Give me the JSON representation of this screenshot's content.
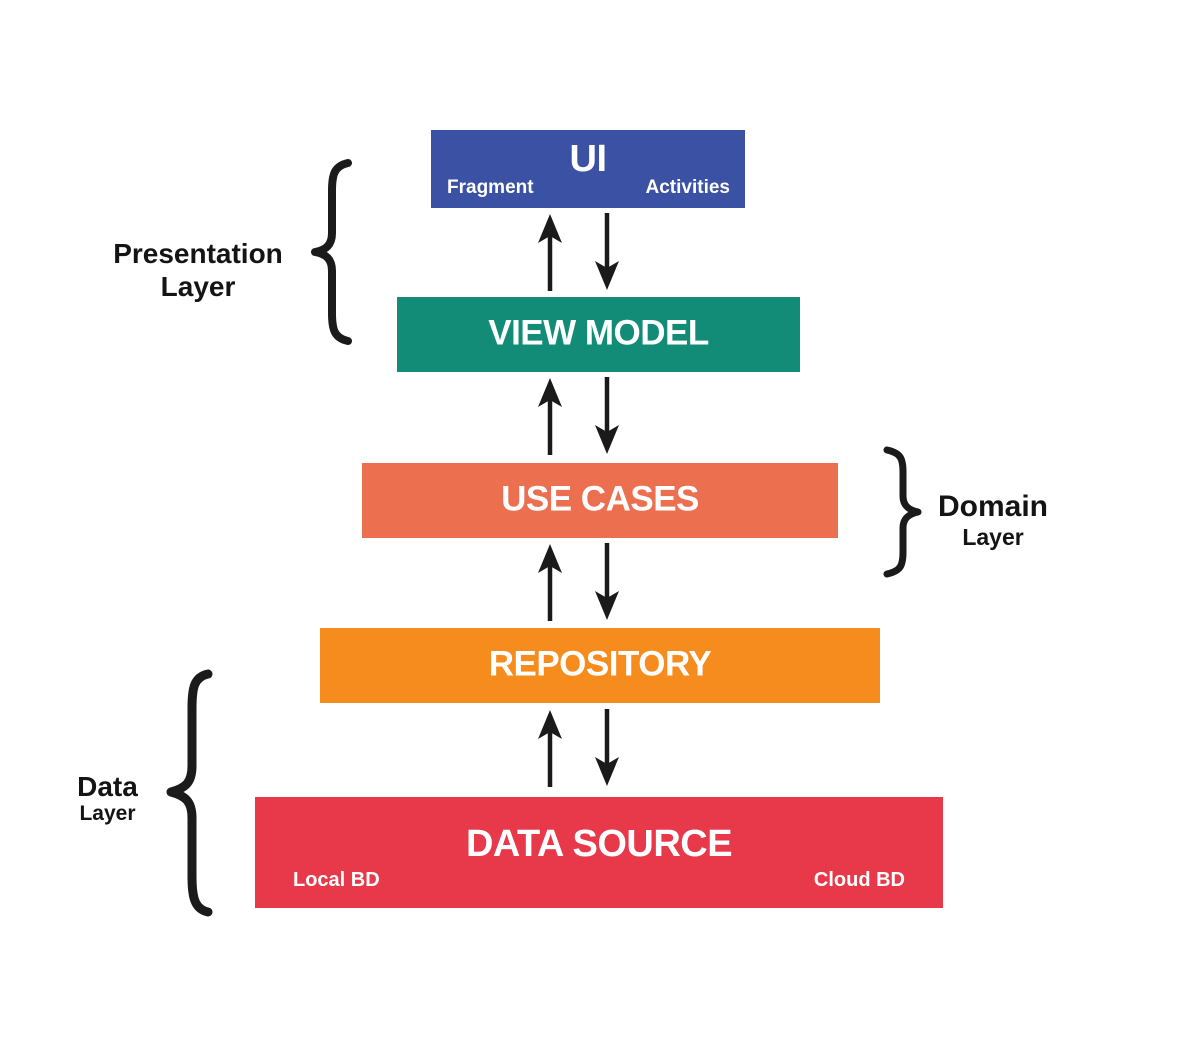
{
  "background": "#ffffff",
  "arrow_color": "#1a1a1a",
  "text_color": "#141414",
  "boxes": {
    "ui": {
      "label": "UI",
      "sub_left": "Fragment",
      "sub_right": "Activities",
      "color": "#3b51a3"
    },
    "view_model": {
      "label": "VIEW MODEL",
      "color": "#128c77"
    },
    "use_cases": {
      "label": "USE CASES",
      "color": "#ec6f50"
    },
    "repository": {
      "label": "REPOSITORY",
      "color": "#f68b1e"
    },
    "data_source": {
      "label": "DATA SOURCE",
      "sub_left": "Local BD",
      "sub_right": "Cloud BD",
      "color": "#e8394a"
    }
  },
  "layers": {
    "presentation": {
      "name": "Presentation",
      "suffix": "Layer"
    },
    "domain": {
      "name": "Domain",
      "suffix": "Layer"
    },
    "data": {
      "name": "Data",
      "suffix": "Layer"
    }
  }
}
